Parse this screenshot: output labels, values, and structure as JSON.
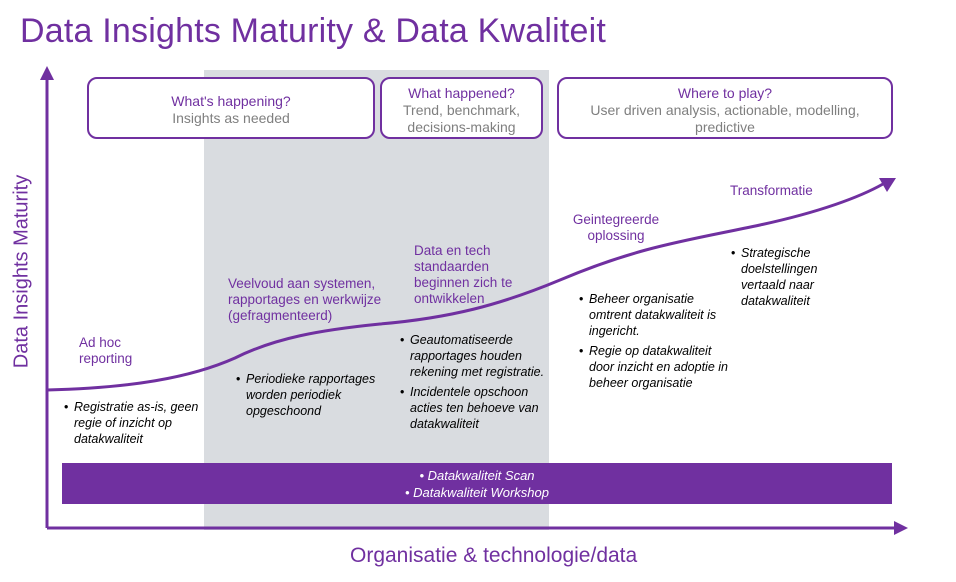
{
  "title": "Data Insights Maturity & Data Kwaliteit",
  "x_axis_label": "Organisatie & technologie/data",
  "y_axis_label": "Data Insights Maturity",
  "colors": {
    "accent": "#7030a0",
    "band": "#d9dce0",
    "muted": "#7f7f7f"
  },
  "boxes": [
    {
      "heading": "What's happening?",
      "sub": "Insights as needed"
    },
    {
      "heading": "What happened?",
      "sub": "Trend, benchmark, decisions-making"
    },
    {
      "heading": "Where to play?",
      "sub": "User driven analysis, actionable, modelling, predictive"
    }
  ],
  "stages": [
    {
      "label": "Ad hoc reporting",
      "bullets": [
        "Registratie as-is, geen regie of inzicht op datakwaliteit"
      ]
    },
    {
      "label": "Veelvoud aan systemen, rapportages en werkwijze (gefragmenteerd)",
      "bullets": [
        "Periodieke rapportages worden periodiek opgeschoond"
      ]
    },
    {
      "label": "Data en tech standaarden beginnen zich te ontwikkelen",
      "bullets": [
        "Geautomatiseerde rapportages houden rekening met registratie.",
        "Incidentele opschoon acties ten behoeve van datakwaliteit"
      ]
    },
    {
      "label": "Geintegreerde oplossing",
      "bullets": [
        "Beheer organisatie omtrent datakwaliteit is ingericht.",
        "Regie op datakwaliteit door inzicht en adoptie in beheer organisatie"
      ]
    },
    {
      "label": "Transformatie",
      "bullets": [
        "Strategische doelstellingen vertaald naar datakwaliteit"
      ]
    }
  ],
  "bottom_bar": [
    "• Datakwaliteit Scan",
    "• Datakwaliteit Workshop"
  ]
}
